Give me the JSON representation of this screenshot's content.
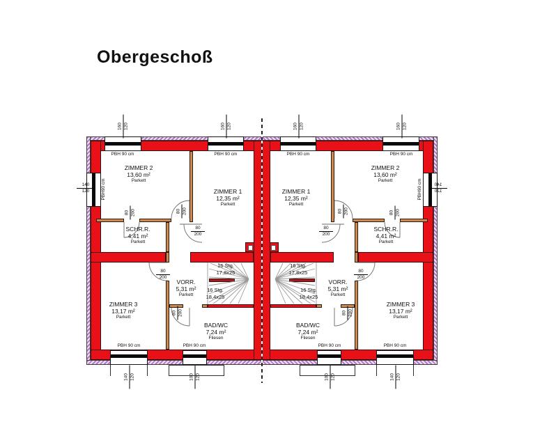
{
  "title": "Obergeschoß",
  "rooms": {
    "zimmer2": {
      "name": "ZIMMER 2",
      "area": "13,60 m²",
      "floor": "Parkett"
    },
    "zimmer1": {
      "name": "ZIMMER 1",
      "area": "12,35 m²",
      "floor": "Parkett"
    },
    "schrank": {
      "name": "SCHR.R.",
      "area": "4,41 m²",
      "floor": "Parkett"
    },
    "vorraum": {
      "name": "VORR.",
      "area": "5,31 m²",
      "floor": "Parkett"
    },
    "zimmer3": {
      "name": "ZIMMER 3",
      "area": "13,17 m²",
      "floor": "Parkett"
    },
    "bad": {
      "name": "BAD/WC",
      "area": "7,24 m²",
      "floor": "Fliesen"
    }
  },
  "stairs": {
    "upper": {
      "steps": "16 Stg.",
      "tread": "17,8x25"
    },
    "lower": {
      "steps": "16 Stg.",
      "tread": "18,4x25"
    }
  },
  "labels": {
    "parapet_top": "PBH 90 cm",
    "parapet_side": "PBH90 cm"
  },
  "dims": {
    "w160": "160",
    "w140": "140",
    "w120": "120",
    "w100": "100",
    "door_w": "80",
    "door_h": "200"
  },
  "colors": {
    "wall_red": "#e81117",
    "partition_orange": "#cd8950",
    "insulation_violet": "#b678c8",
    "stair_landing_red": "#a11d1d"
  }
}
